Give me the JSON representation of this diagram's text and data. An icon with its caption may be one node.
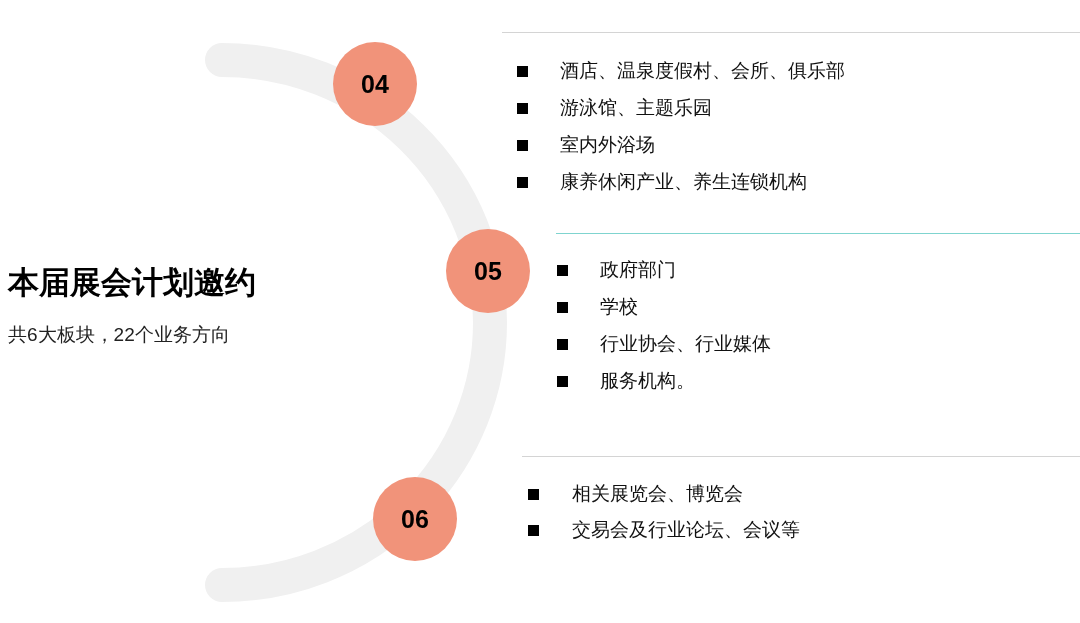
{
  "diagram": {
    "title": "本届展会计划邀约",
    "nodes": [
      {
        "text": [
          "04"
        ],
        "beside": [
          "酒店、温泉度假村、会所、俱乐部",
          "游泳馆、主题乐园",
          "室内外浴场",
          "康养休闲产业、养生连锁机构"
        ]
      },
      {
        "text": [
          "05"
        ],
        "beside": [
          "政府部门",
          "学校",
          "行业协会、行业媒体",
          "服务机构。"
        ]
      },
      {
        "text": [
          "06"
        ],
        "beside": [
          "相关展览会、博览会",
          "交易会及行业论坛、会议等"
        ]
      }
    ],
    "labels": [
      "共6大板块，22个业务方向"
    ]
  }
}
